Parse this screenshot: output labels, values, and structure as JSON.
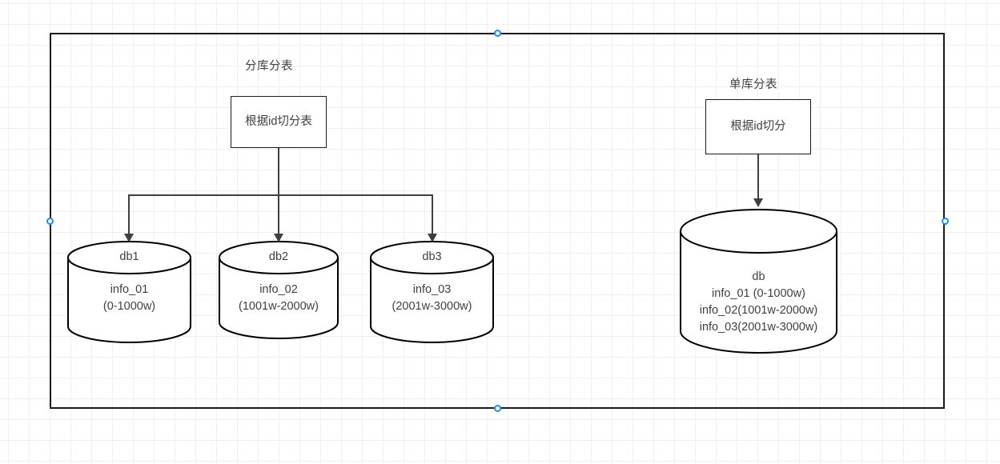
{
  "diagram": {
    "title_left": "分库分表",
    "title_right": "单库分表",
    "left_process_box": "根据id切分表",
    "right_process_box": "根据id切分",
    "left_databases": [
      {
        "name": "db1",
        "table": "info_01",
        "range": "(0-1000w)"
      },
      {
        "name": "db2",
        "table": "info_02",
        "range": "(1001w-2000w)"
      },
      {
        "name": "db3",
        "table": "info_03",
        "range": "(2001w-3000w)"
      }
    ],
    "right_database": {
      "name": "db",
      "lines": [
        "info_01  (0-1000w)",
        "info_02(1001w-2000w)",
        "info_03(2001w-3000w)"
      ]
    },
    "colors": {
      "stroke": "#1b1b1b",
      "connector": "#3f3f3f",
      "text": "#3f3f3f",
      "grid": "#f0f0f0",
      "handle_accent": "#1a8cff",
      "canvas": "#ffffff"
    }
  }
}
